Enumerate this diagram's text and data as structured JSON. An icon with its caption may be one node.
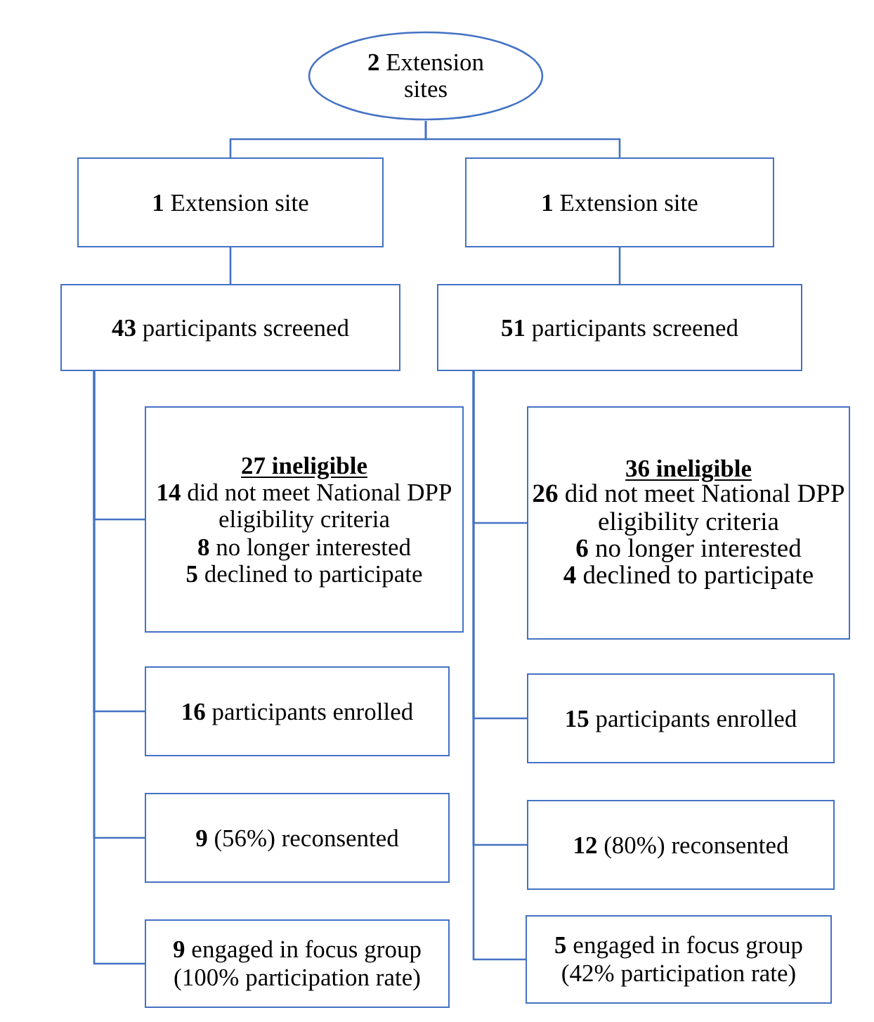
{
  "diagram": {
    "nodes": [
      {
        "text": [
          "**2** Extension sites"
        ]
      },
      {
        "text": [
          "**1** Extension site"
        ]
      },
      {
        "text": [
          "**1** Extension site"
        ]
      },
      {
        "text": [
          "**43** participants screened"
        ]
      },
      {
        "text": [
          "**51** participants screened"
        ]
      },
      {
        "text": [
          "27 ineligible",
          "**14** did not meet National DPP eligibility criteria",
          "**8** no longer interested",
          "**5** declined to participate"
        ]
      },
      {
        "text": [
          "36 ineligible",
          "**26** did not meet National DPP eligibility criteria",
          "**6** no longer interested",
          "**4** declined to participate"
        ]
      },
      {
        "text": [
          "**16** participants enrolled"
        ]
      },
      {
        "text": [
          "**15** participants enrolled"
        ]
      },
      {
        "text": [
          "**9** (56%) reconsented"
        ]
      },
      {
        "text": [
          "**12** (80%) reconsented"
        ]
      },
      {
        "text": [
          "**9** engaged in focus group (100% participation rate)"
        ]
      },
      {
        "text": [
          "**5** engaged in focus group (42% participation rate)"
        ]
      }
    ],
    "edges": [
      {
        "from": 0,
        "to": 1,
        "arrow": "none"
      },
      {
        "from": 0,
        "to": 2,
        "arrow": "none"
      },
      {
        "from": 1,
        "to": 3,
        "arrow": "none"
      },
      {
        "from": 2,
        "to": 4,
        "arrow": "none"
      },
      {
        "from": 3,
        "to": 5,
        "arrow": "none"
      },
      {
        "from": 3,
        "to": 7,
        "arrow": "none"
      },
      {
        "from": 3,
        "to": 9,
        "arrow": "none"
      },
      {
        "from": 3,
        "to": 11,
        "arrow": "none"
      },
      {
        "from": 4,
        "to": 6,
        "arrow": "none"
      },
      {
        "from": 4,
        "to": 8,
        "arrow": "none"
      },
      {
        "from": 4,
        "to": 10,
        "arrow": "none"
      },
      {
        "from": 4,
        "to": 12,
        "arrow": "none"
      }
    ]
  }
}
